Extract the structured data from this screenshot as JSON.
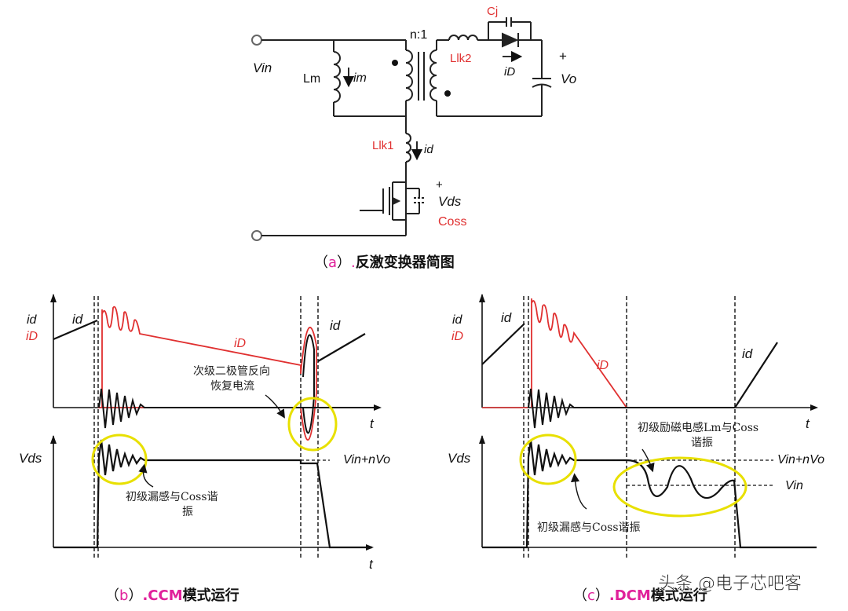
{
  "colors": {
    "black": "#111111",
    "red": "#e03030",
    "magenta": "#e0209a",
    "yellow": "#e8e000"
  },
  "schematic": {
    "vin": "Vin",
    "lm": "Lm",
    "im": "im",
    "ratio": "n:1",
    "lk2": "Llk2",
    "cj": "Cj",
    "id_diode": "iD",
    "plus_out": "+",
    "vo": "Vo",
    "lk1": "Llk1",
    "id_primary": "id",
    "plus_ds": "+",
    "vds": "Vds",
    "coss": "Coss",
    "caption_paren_open": "（",
    "caption_letter": "a",
    "caption_paren_close": "）",
    "caption_dot": ".",
    "caption_text": "反激变换器简图"
  },
  "ccm": {
    "axis_id": "id",
    "axis_iD": "iD",
    "id_label_left": "id",
    "id_label_right": "id",
    "iD_label": "iD",
    "t_upper": "t",
    "t_lower": "t",
    "vds_label": "Vds",
    "level_label": "Vin+nVo",
    "note_reverse_line1": "次级二极管反向",
    "note_reverse_line2": "恢复电流",
    "note_resonance_line1": "初级漏感与Coss谐",
    "note_resonance_line2": "振",
    "caption_paren_open": "（",
    "caption_letter": "b",
    "caption_paren_close": "）",
    "caption_mode": ".CCM",
    "caption_text": "模式运行"
  },
  "dcm": {
    "axis_id": "id",
    "axis_iD": "iD",
    "id_label_left": "id",
    "id_label_right": "id",
    "iD_label": "iD",
    "t_upper": "t",
    "vds_label": "Vds",
    "level_label": "Vin+nVo",
    "vin_label": "Vin",
    "note_lm_line1": "初级励磁电感Lm与Coss",
    "note_lm_line2": "谐振",
    "note_resonance": "初级漏感与Coss谐振",
    "caption_paren_open": "（",
    "caption_letter": "c",
    "caption_paren_close": "）",
    "caption_mode": ".DCM",
    "caption_text": "模式运行"
  },
  "watermark": "头条 @电子芯吧客"
}
